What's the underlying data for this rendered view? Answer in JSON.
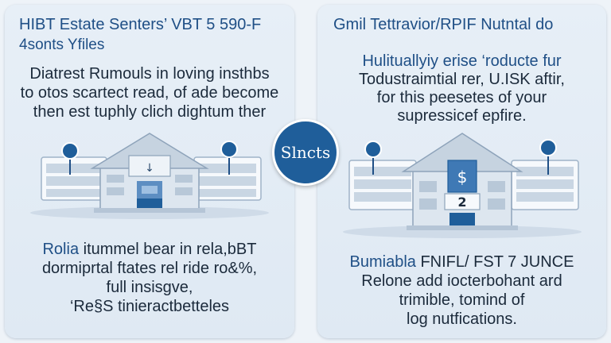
{
  "left": {
    "title_line1": "HIBT Estate Senters’ VBT 5 590-F",
    "title_line2": "4sonts Yfiles",
    "top_text": [
      "Diatrest Rumouls in loving insthbs",
      "to otos scartect read, of ade become",
      "then est tuphly clich dightum ther"
    ],
    "bottom_lead": "Rolia",
    "bottom_text": [
      "itummel bear in rela,bBT",
      "dormiprtal ftates rel ride ro&%,",
      "full insisgve,",
      "‘Re§S tinieractbetteles"
    ]
  },
  "right": {
    "title": "Gmil Tettravior/RPIF Nutntal do",
    "top_text": [
      "Hulituallyiy erise ‘roducte fur",
      "Todustraimtial rer, U.ISK aftir,",
      "for this peesetes of your",
      "supressicef epfire."
    ],
    "building_number": "2",
    "bottom_lead": "Bumiabla",
    "bottom_text": [
      "FNIFL/ FST 7 JUNCE",
      "Relone add iocterbohant ard",
      "trimible, tomind of",
      "log nutfications."
    ]
  },
  "center_badge": "Slncts",
  "colors": {
    "accent": "#1f5e9a",
    "title": "#1f4f86",
    "panel": "#e3ecf5",
    "text": "#1b2a3b"
  }
}
